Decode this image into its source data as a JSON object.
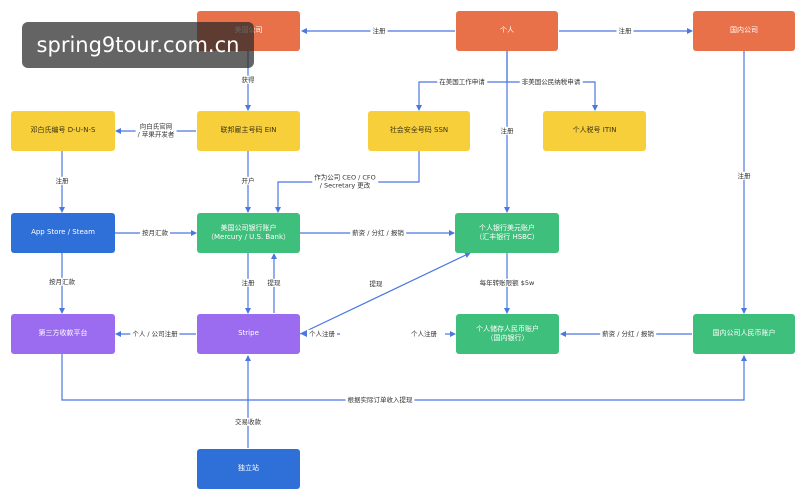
{
  "watermark": "spring9tour.com.cn",
  "colors": {
    "orange": "#e8714a",
    "yellow": "#f7cf3a",
    "green": "#3fbf7c",
    "blue": "#2f6fd8",
    "purple": "#9b6cf0",
    "arrow": "#4a78e0"
  },
  "nodes": {
    "us_company": "美国公司",
    "individual": "个人",
    "domestic_company": "国内公司",
    "duns": "邓白氏编号 D-U-N-S",
    "ein": "联邦雇主号码 EIN",
    "ssn": "社会安全号码 SSN",
    "itin": "个人税号 ITIN",
    "appstore": "App Store / Steam",
    "us_company_bank": "美国公司银行账户\n（Mercury / U.S. Bank）",
    "personal_usd": "个人银行美元账户\n（汇丰银行 HSBC）",
    "third_party": "第三方收款平台",
    "stripe": "Stripe",
    "personal_rmb": "个人储存人民币账户\n（国内银行）",
    "domestic_rmb": "国内公司人民币账户",
    "indie_site": "独立站"
  },
  "edge_labels": {
    "reg_left": "注册",
    "reg_right": "注册",
    "obtain": "获得",
    "work_us": "在美国工作申请",
    "nonresident": "非美国公民纳税申请",
    "apple_google": "向白氏官网\n/ 苹果开发者",
    "reg_duns": "注册",
    "open_account": "开户",
    "reg_individual": "注册",
    "officer_change": "作为公司 CEO / CFO\n/ Secretary 更改",
    "reg_domestic": "注册",
    "monthly_transfer": "按月汇款",
    "salary_1": "薪资 / 分红 / 报销",
    "monthly_pay": "按月汇款",
    "reg_stripe": "注册",
    "withdraw_stripe": "提现",
    "withdraw_personal": "提现",
    "annual_limit": "每年转账限额 $5w",
    "personal_company_reg": "个人 / 公司注册",
    "personal_reg_stripe": "个人注册",
    "personal_reg_rmb": "个人注册",
    "salary_2": "薪资 / 分红 / 报销",
    "by_order": "根据实际订单收入提现",
    "transaction": "交易收款"
  }
}
